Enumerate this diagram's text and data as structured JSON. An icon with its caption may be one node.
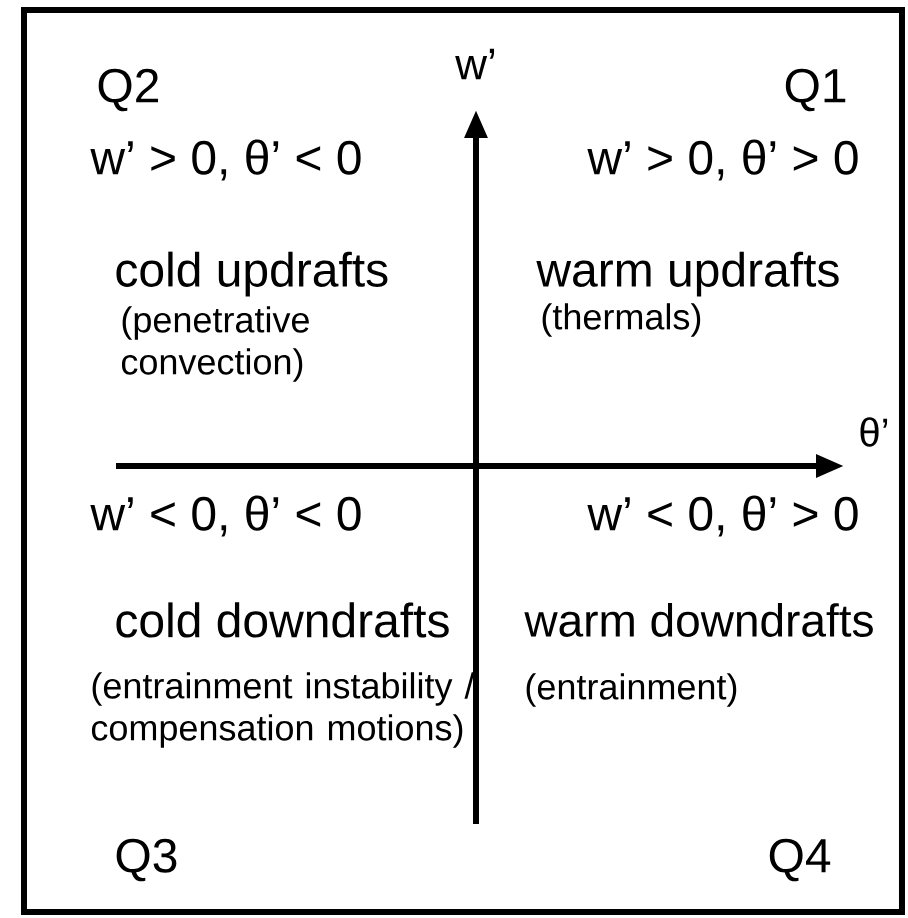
{
  "diagram": {
    "labels": [
      "Q2",
      "w’",
      "Q1",
      "w’ > 0, θ’ < 0",
      "w’ > 0, θ’ > 0",
      "cold updrafts",
      "warm updrafts",
      "(penetrative convection)",
      "(thermals)",
      "θ’",
      "w’ < 0, θ’ < 0",
      "w’ < 0, θ’ > 0",
      "cold downdrafts",
      "warm downdrafts",
      "(entrainment instability / compensation motions)",
      "(entrainment)",
      "Q3",
      "Q4"
    ]
  }
}
